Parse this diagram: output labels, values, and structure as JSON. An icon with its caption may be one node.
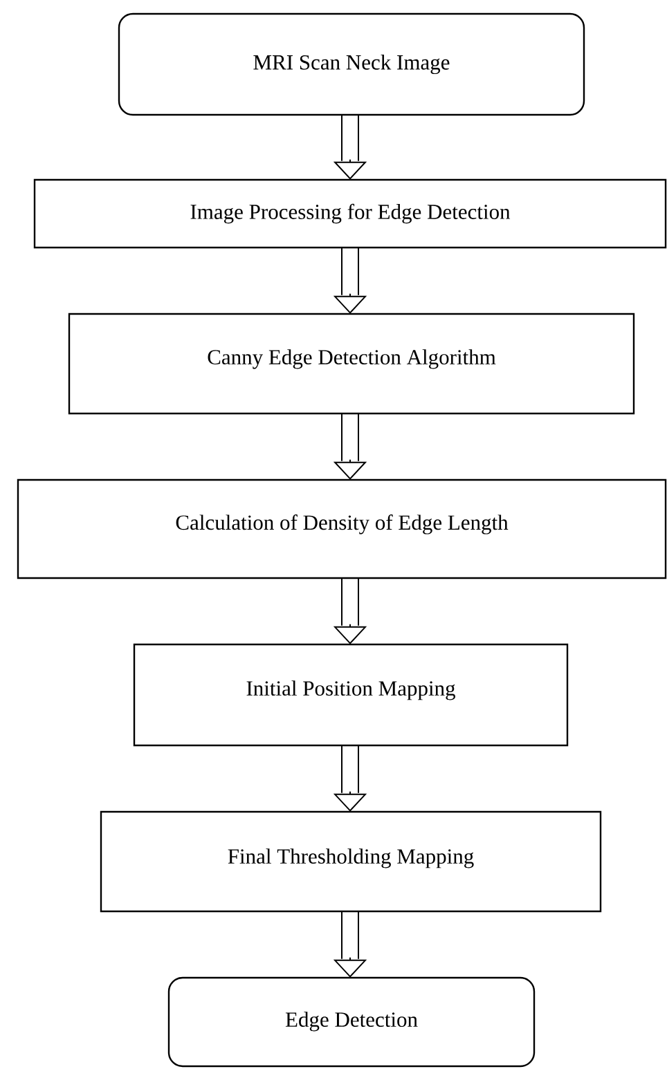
{
  "diagram": {
    "nodes": [
      {
        "text": [
          "MRI Scan Neck Image"
        ]
      },
      {
        "text": [
          "Image Processing for Edge Detection"
        ]
      },
      {
        "text": [
          "Canny Edge Detection Algorithm"
        ]
      },
      {
        "text": [
          "Calculation of Density of Edge Length"
        ]
      },
      {
        "text": [
          "Initial Position Mapping"
        ]
      },
      {
        "text": [
          "Final Thresholding Mapping"
        ]
      },
      {
        "text": [
          "Edge Detection"
        ]
      }
    ],
    "edges": [
      {
        "from": 0,
        "to": 1,
        "arrow": "to"
      },
      {
        "from": 1,
        "to": 2,
        "arrow": "to"
      },
      {
        "from": 2,
        "to": 3,
        "arrow": "to"
      },
      {
        "from": 3,
        "to": 4,
        "arrow": "to"
      },
      {
        "from": 4,
        "to": 5,
        "arrow": "to"
      },
      {
        "from": 5,
        "to": 6,
        "arrow": "to"
      }
    ]
  }
}
